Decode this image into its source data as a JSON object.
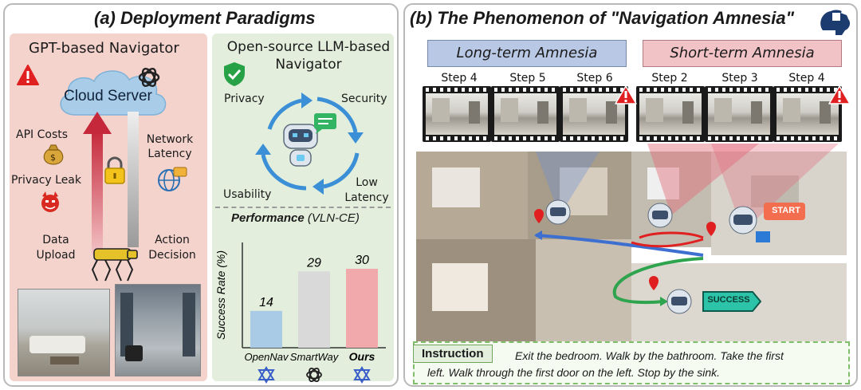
{
  "panel_a": {
    "title": "(a) Deployment Paradigms",
    "gpt": {
      "title": "GPT-based Navigator",
      "cloud_label": "Cloud Server",
      "api_costs": "API  Costs",
      "privacy_leak": "Privacy Leak",
      "network_latency": "Network Latency",
      "data_upload": "Data Upload",
      "action_decision": "Action Decision"
    },
    "open": {
      "title": "Open-source LLM-based Navigator",
      "privacy": "Privacy",
      "security": "Security",
      "usability": "Usability",
      "low_latency": "Low Latency"
    },
    "performance_title": "Performance",
    "performance_subtitle": "(VLN-CE)"
  },
  "chart_data": {
    "type": "bar",
    "title": "Performance (VLN-CE)",
    "ylabel": "Success Rate (%)",
    "categories": [
      "OpenNav",
      "SmartWay",
      "Ours"
    ],
    "values": [
      14,
      29,
      30
    ],
    "colors": [
      "#a9cbe6",
      "#d9d9d9",
      "#f2a9ab"
    ],
    "ylim": [
      0,
      40
    ]
  },
  "panel_b": {
    "title": "(b) The Phenomenon of \"Navigation Amnesia\"",
    "long_term": "Long-term Amnesia",
    "short_term": "Short-term Amnesia",
    "long_steps": [
      "Step 4",
      "Step 5",
      "Step 6"
    ],
    "short_steps": [
      "Step 2",
      "Step 3",
      "Step 4"
    ],
    "start_label": "START",
    "success_label": "SUCCESS",
    "instruction_label": "Instruction",
    "instruction_text_1": "Exit the bedroom. Walk by the bathroom. Take the first",
    "instruction_text_2": "left. Walk through the first door on the left. Stop by the sink."
  },
  "colors": {
    "long_box": "#b9c8e4",
    "short_box": "#f1c3c6",
    "green_path": "#2ea44f",
    "blue_path": "#3d6fd0",
    "red_path": "#e02020"
  }
}
